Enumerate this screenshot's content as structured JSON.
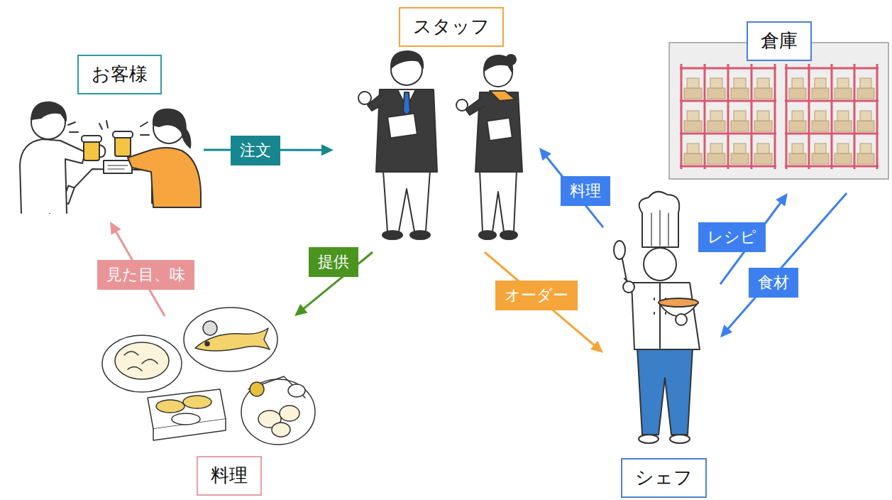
{
  "diagram": {
    "nodes": [
      {
        "text": [
          "お客様"
        ]
      },
      {
        "text": [
          "スタッフ"
        ]
      },
      {
        "text": [
          "倉庫"
        ]
      },
      {
        "text": [
          "料理"
        ]
      },
      {
        "text": [
          "シェフ"
        ]
      }
    ],
    "edges": [
      {
        "from": 0,
        "to": 1,
        "label": "注文",
        "arrow": "to"
      },
      {
        "from": 1,
        "to": 3,
        "label": "提供",
        "arrow": "to"
      },
      {
        "from": 3,
        "to": 0,
        "label": "見た目、味",
        "arrow": "to"
      },
      {
        "from": 1,
        "to": 4,
        "label": "オーダー",
        "arrow": "to"
      },
      {
        "from": 4,
        "to": 1,
        "label": "料理",
        "arrow": "to"
      },
      {
        "from": 4,
        "to": 2,
        "label": "レシピ",
        "arrow": "to"
      },
      {
        "from": 2,
        "to": 4,
        "label": "食材",
        "arrow": "to"
      }
    ]
  }
}
